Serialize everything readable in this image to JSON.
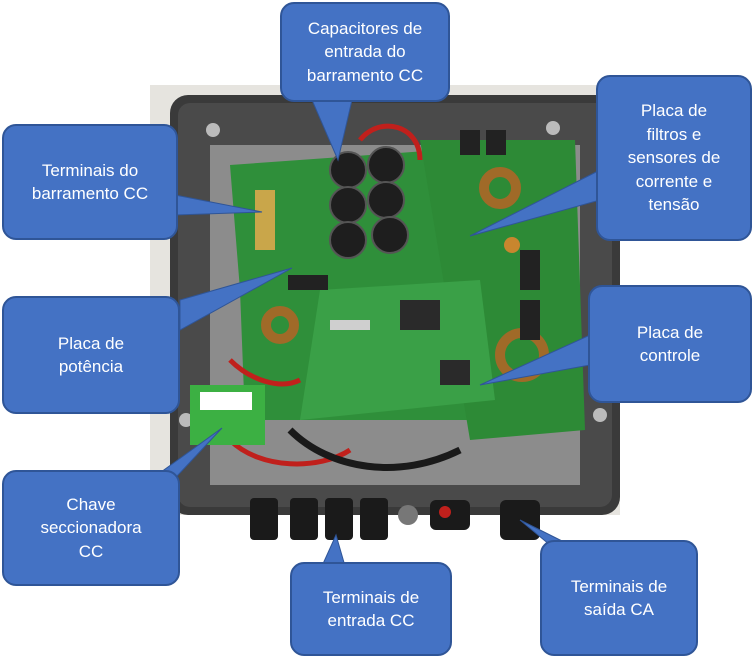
{
  "colors": {
    "callout_fill": "#4472c4",
    "callout_border": "#2f5597",
    "callout_text": "#ffffff",
    "enclosure": "#3a3a3a",
    "pcb": "#2f8f3a",
    "switch": "#3cb043"
  },
  "labels": {
    "capacitores": "Capacitores de\nentrada do\nbarramento CC",
    "terminais_barramento": "Terminais do\nbarramento CC",
    "placa_filtros": "Placa de\nfiltros e\nsensores de\ncorrente e\ntensão",
    "placa_potencia": "Placa de\npotência",
    "placa_controle": "Placa de\ncontrole",
    "chave": "Chave\nseccionadora\nCC",
    "terminais_entrada": "Terminais de\nentrada CC",
    "terminais_saida": "Terminais de\nsaída CA"
  }
}
